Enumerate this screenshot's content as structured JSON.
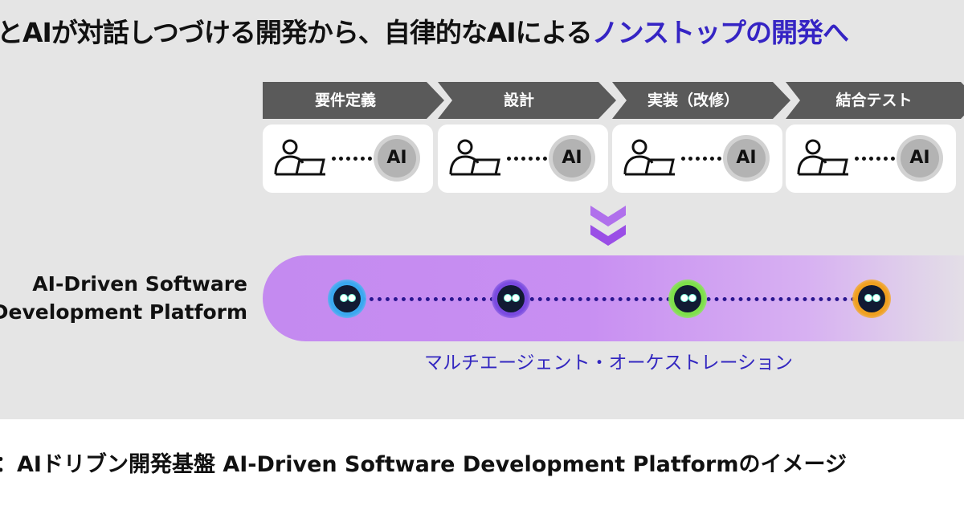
{
  "headline": {
    "text": "とAIが対話しつづける開発から、自律的なAIによる",
    "highlight": "ノンストップの開発へ"
  },
  "phases": [
    {
      "label": "要件定義",
      "ai": "AI"
    },
    {
      "label": "設計",
      "ai": "AI"
    },
    {
      "label": "実装（改修）",
      "ai": "AI"
    },
    {
      "label": "結合テスト",
      "ai": "AI"
    }
  ],
  "platform": {
    "line1": "AI-Driven Software",
    "line2": "Development Platform",
    "orchestration": "マルチエージェント・オーケストレーション"
  },
  "agents": [
    {
      "ring": "#3aa8f0"
    },
    {
      "ring": "#7a4ae0"
    },
    {
      "ring": "#7ee04a"
    },
    {
      "ring": "#f0a020"
    }
  ],
  "colors": {
    "phase": "#5a5a5a",
    "band": "#c48af0",
    "highlight": "#3524c4",
    "chevron": "#a050e8"
  },
  "caption": "：AIドリブン開発基盤 AI-Driven Software Development Platformのイメージ"
}
